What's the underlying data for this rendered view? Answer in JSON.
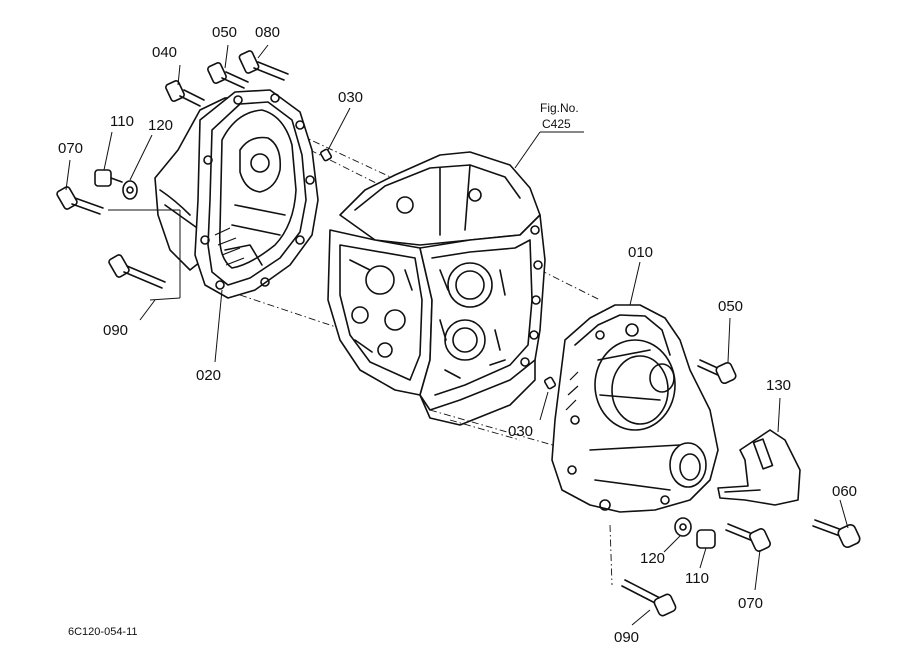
{
  "figure": {
    "ref_label": "Fig.No.",
    "ref_number": "C425",
    "drawing_code": "6C120-054-11"
  },
  "callouts": {
    "c010": "010",
    "c020": "020",
    "c030_top": "030",
    "c030_mid": "030",
    "c040": "040",
    "c050_top": "050",
    "c050_right": "050",
    "c060": "060",
    "c070_left": "070",
    "c070_right": "070",
    "c080": "080",
    "c090_left": "090",
    "c090_bottom": "090",
    "c110_left": "110",
    "c110_right": "110",
    "c120_left": "120",
    "c120_right": "120",
    "c130": "130"
  }
}
